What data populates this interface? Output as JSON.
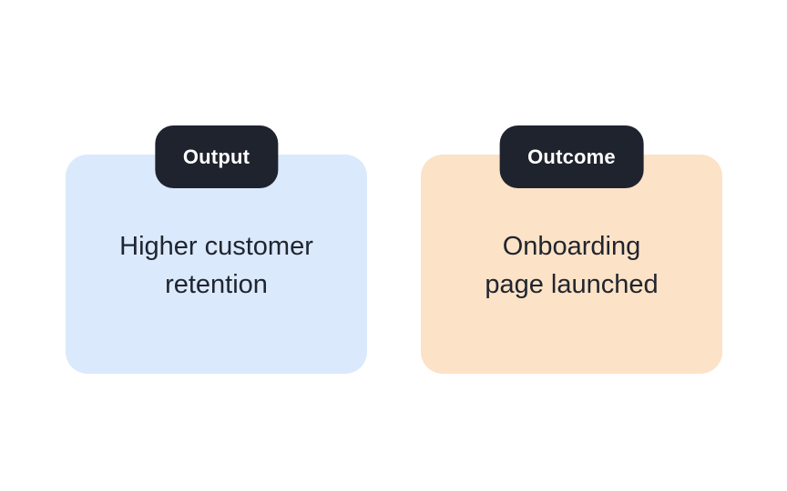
{
  "page": {
    "background_color": "#ffffff"
  },
  "cards": [
    {
      "badge": "Output",
      "text": "Higher customer\nretention",
      "card_color": "#dbe9fc",
      "badge_color": "#1f232e",
      "badge_text_color": "#ffffff",
      "text_color": "#20252f"
    },
    {
      "badge": "Outcome",
      "text": "Onboarding\npage launched",
      "card_color": "#fce2c6",
      "badge_color": "#1f232e",
      "badge_text_color": "#ffffff",
      "text_color": "#20252f"
    }
  ]
}
